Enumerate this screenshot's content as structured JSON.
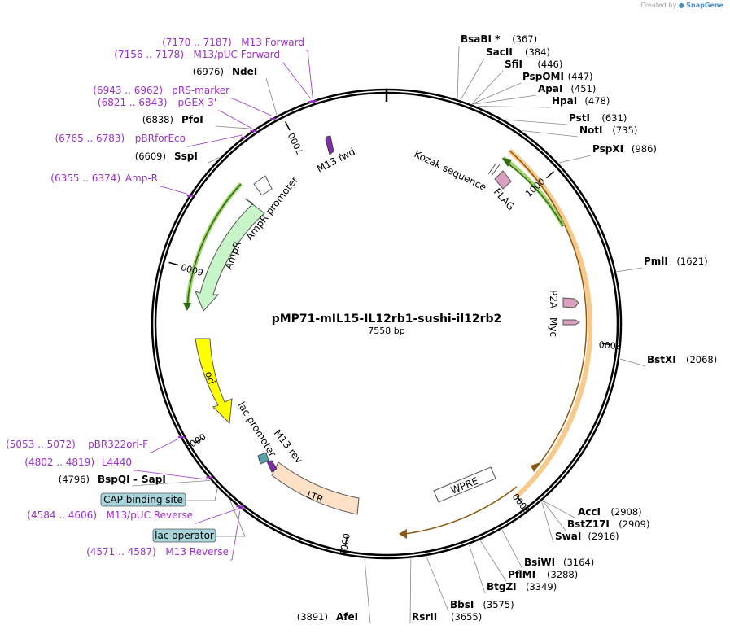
{
  "credit": {
    "created_by": "Created by",
    "brand": "SnapGene"
  },
  "plasmid": {
    "name": "pMP71-mIL15-IL12rb1-sushi-il12rb2",
    "length_label": "7558 bp",
    "length": 7558
  },
  "ticks": [
    {
      "label": "1000",
      "pos": 1000
    },
    {
      "label": "2000",
      "pos": 2000
    },
    {
      "label": "3000",
      "pos": 3000
    },
    {
      "label": "4000",
      "pos": 4000
    },
    {
      "label": "5000",
      "pos": 5000
    },
    {
      "label": "6000",
      "pos": 6000
    },
    {
      "label": "7000",
      "pos": 7000
    }
  ],
  "sites": [
    {
      "name": "BsaBI *",
      "pos_label": "(367)",
      "pos": 367
    },
    {
      "name": "SacII",
      "pos_label": "(384)",
      "pos": 384
    },
    {
      "name": "SfiI",
      "pos_label": "(446)",
      "pos": 446
    },
    {
      "name": "PspOMI",
      "pos_label": "(447)",
      "pos": 447
    },
    {
      "name": "ApaI",
      "pos_label": "(451)",
      "pos": 451
    },
    {
      "name": "HpaI",
      "pos_label": "(478)",
      "pos": 478
    },
    {
      "name": "PstI",
      "pos_label": "(631)",
      "pos": 631
    },
    {
      "name": "NotI",
      "pos_label": "(735)",
      "pos": 735
    },
    {
      "name": "PspXI",
      "pos_label": "(986)",
      "pos": 986
    },
    {
      "name": "PmlI",
      "pos_label": "(1621)",
      "pos": 1621
    },
    {
      "name": "BstXI",
      "pos_label": "(2068)",
      "pos": 2068
    },
    {
      "name": "AccI",
      "pos_label": "(2908)",
      "pos": 2908
    },
    {
      "name": "BstZ17I",
      "pos_label": "(2909)",
      "pos": 2909
    },
    {
      "name": "SwaI",
      "pos_label": "(2916)",
      "pos": 2916
    },
    {
      "name": "BsiWI",
      "pos_label": "(3164)",
      "pos": 3164
    },
    {
      "name": "PflMI",
      "pos_label": "(3288)",
      "pos": 3288
    },
    {
      "name": "BtgZI",
      "pos_label": "(3349)",
      "pos": 3349
    },
    {
      "name": "BbsI",
      "pos_label": "(3575)",
      "pos": 3575
    },
    {
      "name": "RsrII",
      "pos_label": "(3655)",
      "pos": 3655
    },
    {
      "name": "AfeI",
      "pos_label": "(3891)",
      "pos": 3891
    },
    {
      "name": "BspQI",
      "name2": "SapI",
      "pos_label": "(4796)",
      "pos": 4796
    },
    {
      "name": "SspI",
      "pos_label": "(6609)",
      "pos": 6609
    },
    {
      "name": "PfoI",
      "pos_label": "(6838)",
      "pos": 6838
    },
    {
      "name": "NdeI",
      "pos_label": "(6976)",
      "pos": 6976
    }
  ],
  "primers": [
    {
      "name": "M13 Forward",
      "range": "(7170 .. 7187)",
      "pos": 7178
    },
    {
      "name": "M13/pUC Forward",
      "range": "(7156 .. 7178)",
      "pos": 7167
    },
    {
      "name": "pRS-marker",
      "range": "(6943 .. 6962)",
      "pos": 6952
    },
    {
      "name": "pGEX 3'",
      "range": "(6821 .. 6843)",
      "pos": 6832
    },
    {
      "name": "pBRforEco",
      "range": "(6765 .. 6783)",
      "pos": 6774
    },
    {
      "name": "Amp-R",
      "range": "(6355 .. 6374)",
      "pos": 6364
    },
    {
      "name": "pBR322ori-F",
      "range": "(5053 .. 5072)",
      "pos": 5062
    },
    {
      "name": "L4440",
      "range": "(4802 .. 4819)",
      "pos": 4810
    },
    {
      "name": "M13/pUC Reverse",
      "range": "(4584 .. 4606)",
      "pos": 4595
    },
    {
      "name": "M13 Reverse",
      "range": "(4571 .. 4587)",
      "pos": 4579
    }
  ],
  "boxed_features": [
    {
      "name": "CAP binding site",
      "pos": 4740
    },
    {
      "name": "lac operator",
      "pos": 4650
    }
  ],
  "features": [
    {
      "name": "Kozak sequence"
    },
    {
      "name": "FLAG"
    },
    {
      "name": "P2A"
    },
    {
      "name": "Myc"
    },
    {
      "name": "WPRE"
    },
    {
      "name": "LTR"
    },
    {
      "name": "lac promoter"
    },
    {
      "name": "M13 rev"
    },
    {
      "name": "ori"
    },
    {
      "name": "AmpR"
    },
    {
      "name": "AmpR promoter"
    },
    {
      "name": "M13 fwd"
    }
  ],
  "colors": {
    "primer": "#9b30c8",
    "orf_orange": "#f7c98a",
    "orf_green": "#9fd26b",
    "ampr_fill": "#c8f5c8",
    "ori_fill": "#ffff00",
    "ltr_fill": "#fde0c5",
    "tag_fill": "#d9a0c0",
    "box_fill": "#a8d4dc"
  }
}
